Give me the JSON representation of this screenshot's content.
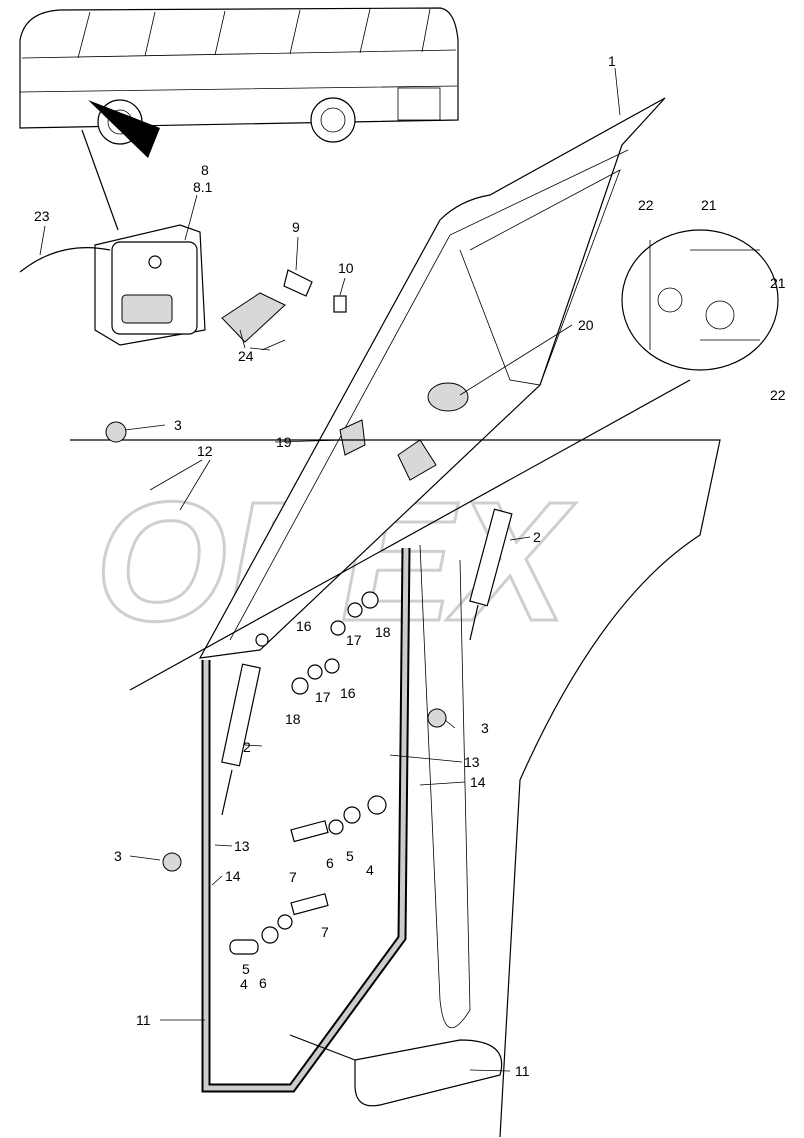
{
  "watermark": "OPEX",
  "callouts": {
    "door": "1",
    "lock_a": "8",
    "lock_b": "8.1",
    "cylinder": "9",
    "key": "10",
    "cable": "23",
    "screw_plate": "24",
    "handle": "20",
    "gear_22a": "22",
    "gear_21a": "21",
    "gear_21b": "21",
    "gear_22b": "22",
    "nut_3a": "3",
    "hinge": "12",
    "catch": "19",
    "strut_2a": "2",
    "nut_16a": "16",
    "washer_17a": "17",
    "washer_18a": "18",
    "washer_17b": "17",
    "nut_16b": "16",
    "washer_18b": "18",
    "nut_3b": "3",
    "bracket_13a": "13",
    "plate_14a": "14",
    "strut_2b": "2",
    "bracket_13b": "13",
    "nut_3c": "3",
    "plate_14b": "14",
    "washer_6a": "6",
    "washer_5a": "5",
    "stop_4a": "4",
    "bolt_7a": "7",
    "bolt_7b": "7",
    "washer_5b": "5",
    "washer_6b": "6",
    "stop_4b": "4",
    "seal_11a": "11",
    "seal_11b": "11"
  }
}
